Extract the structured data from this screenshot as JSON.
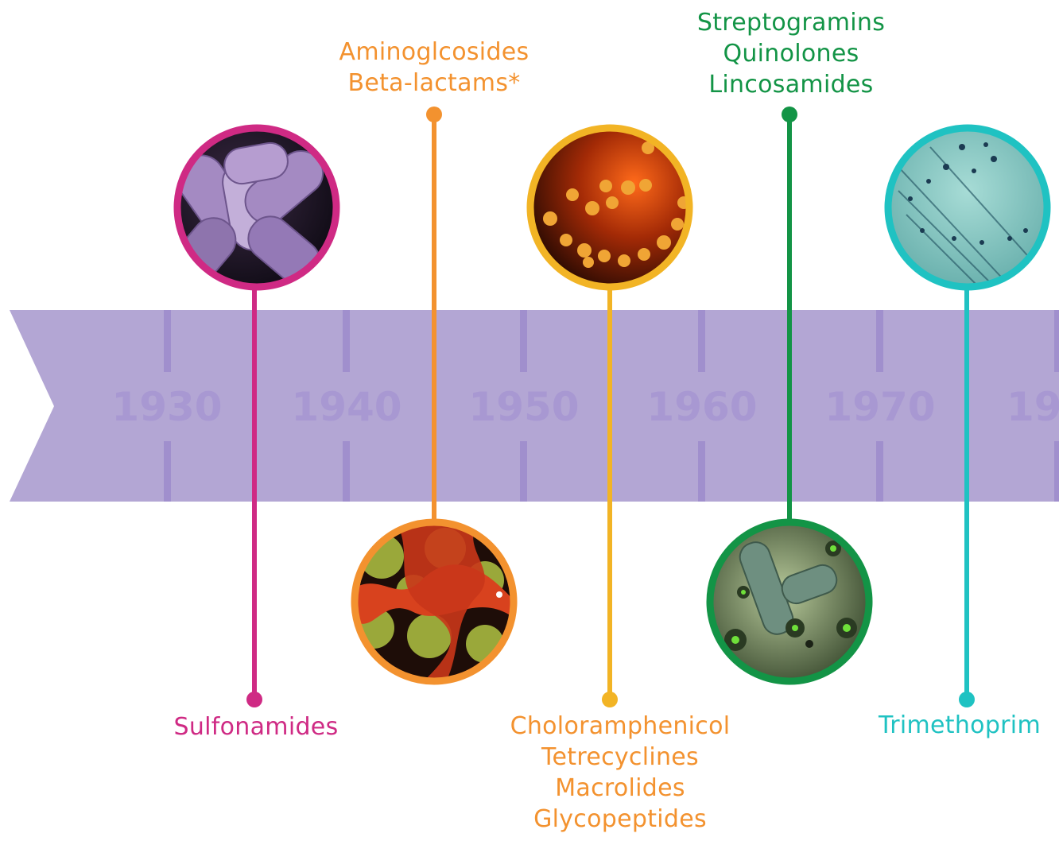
{
  "timeline": {
    "band_color": "#b3a6d4",
    "tick_color": "#a08fcd",
    "year_color": "#a898d2",
    "years": [
      "1930",
      "1940",
      "1950",
      "1960",
      "1970",
      "19"
    ]
  },
  "events": [
    {
      "id": "sulfonamides",
      "color": "#cf2a84",
      "position": "below",
      "labels": [
        "Sulfonamides"
      ],
      "image": "rod-bacteria-purple"
    },
    {
      "id": "aminoglycosides",
      "color": "#f3922f",
      "position": "above",
      "labels": [
        "Aminoglcosides",
        "Beta-lactams*"
      ],
      "image": "red-mesh-bacteria"
    },
    {
      "id": "chloramphenicol",
      "color": "#f2b425",
      "position": "below",
      "labels": [
        "Choloramphenicol",
        "Tetrecyclines",
        "Macrolides",
        "Glycopeptides"
      ],
      "label_color": "#f3922f",
      "image": "orange-colonies"
    },
    {
      "id": "streptogramins",
      "color": "#139446",
      "position": "above",
      "labels": [
        "Streptogramins",
        "Quinolones",
        "Lincosamides"
      ],
      "image": "green-microbes"
    },
    {
      "id": "trimethoprim",
      "color": "#1fc2c2",
      "position": "below",
      "labels": [
        "Trimethoprim"
      ],
      "image": "teal-petri-dish"
    }
  ]
}
